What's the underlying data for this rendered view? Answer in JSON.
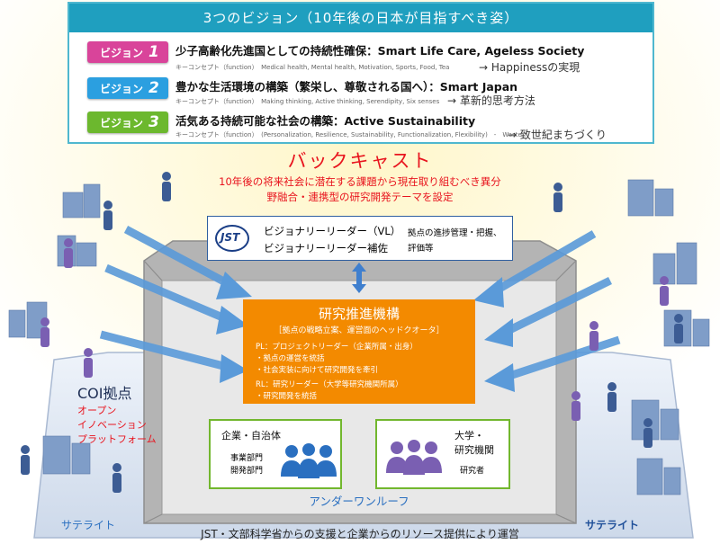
{
  "vision": {
    "title": "3つのビジョン（10年後の日本が目指すべき姿）",
    "items": [
      {
        "badge": "ビジョン",
        "num": "1",
        "color": "#d9449a",
        "heading": "少子高齢化先進国としての持続性確保：Smart Life Care, Ageless Society",
        "key": "キーコンセプト（function）　Medical health, Mental health, Motivation, Sports, Food, Tea",
        "outcome": "→ Happinessの実現"
      },
      {
        "badge": "ビジョン",
        "num": "2",
        "color": "#2b9fe0",
        "heading": "豊かな生活環境の構築（繁栄し、尊敬される国へ）：Smart Japan",
        "key": "キーコンセプト（function）　Making thinking, Active thinking, Serendipity, Six senses",
        "outcome": "→ 革新的思考方法"
      },
      {
        "badge": "ビジョン",
        "num": "3",
        "color": "#6cb82e",
        "heading": "活気ある持続可能な社会の構築：Active Sustainability",
        "key": "キーコンセプト（function）　(Personalization, Resilience, Sustainability, Functionalization, Flexibility)　-　Waste",
        "outcome": "→ 致世紀まちづくり"
      }
    ]
  },
  "backcast": {
    "title": "バックキャスト",
    "line1": "10年後の将来社会に潜在する課題から現在取り組むべき異分",
    "line2": "野融合・連携型の研究開発テーマを設定"
  },
  "jst": {
    "logo": "JST",
    "vl1": "ビジョナリーリーダー（VL）",
    "vl2": "ビジョナリーリーダー補佐",
    "note1": "拠点の進捗管理・把握、",
    "note2": "評価等"
  },
  "research": {
    "title": "研究推進機構",
    "sub": "［拠点の戦略立案、運営面のヘッドクオータ］",
    "pl": "PL：プロジェクトリーダー（企業所属・出身）",
    "pl_b1": "・拠点の運営を統括",
    "pl_b2": "・社会実装に向けて研究開発を牽引",
    "rl": "RL：研究リーダー（大学等研究機関所属）",
    "rl_b1": "・研究開発を統括"
  },
  "company": {
    "title": "企業・自治体",
    "dept1": "事業部門",
    "dept2": "開発部門"
  },
  "university": {
    "title1": "大学・",
    "title2": "研究機関",
    "role": "研究者"
  },
  "underone": "アンダーワンルーフ",
  "coi": {
    "title": "COI拠点",
    "l1": "オープン",
    "l2": "イノベーション",
    "l3": "プラットフォーム"
  },
  "satellite_left": "サテライト",
  "satellite_right": "サテライト",
  "bottom": "JST・文部科学省からの支援と企業からのリソース提供により運営",
  "colors": {
    "teal": "#1f9fbf",
    "red": "#e8141e",
    "orange": "#f38a00",
    "green": "#72b72e",
    "blue": "#2a6fc0"
  }
}
